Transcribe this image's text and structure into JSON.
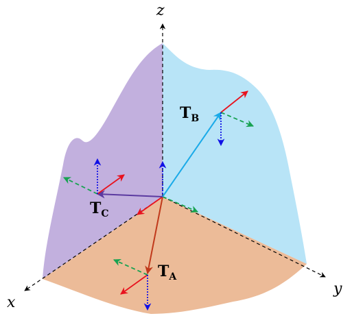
{
  "axes": {
    "x": "x",
    "y": "y",
    "z": "z"
  },
  "frames": {
    "a": {
      "main": "T",
      "sub": "A"
    },
    "b": {
      "main": "T",
      "sub": "B"
    },
    "c": {
      "main": "T",
      "sub": "C"
    }
  },
  "colors": {
    "left_face": "#c2b0de",
    "right_face": "#b8e4f7",
    "floor": "#ecbb98",
    "x_axis_arrow": "#e8121e",
    "y_axis_arrow": "#17a251",
    "z_axis_arrow": "#1010e6",
    "vector_a": "#c0391b",
    "vector_b": "#1aaae8",
    "vector_c": "#5b3aa0"
  }
}
